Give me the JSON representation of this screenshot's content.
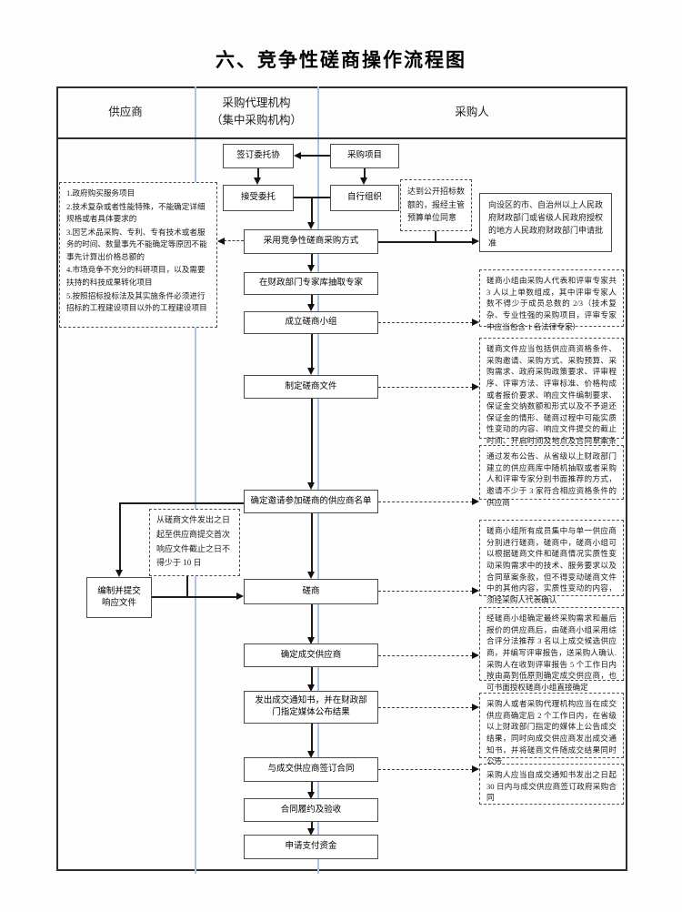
{
  "title": "六、竞争性磋商操作流程图",
  "columns": {
    "supplier": "供应商",
    "agency_lines": [
      "采购代理机构",
      "（集中采购机构）"
    ],
    "purchaser": "采购人"
  },
  "flow": {
    "sign_agreement": "签订委托协",
    "procurement_project": "采购项目",
    "accept_entrustment": "接受委托",
    "self_organize": "自行组织",
    "adopt_method": "采用竞争性磋商采购方式",
    "extract_experts": "在财政部门专家库抽取专家",
    "form_group": "成立磋商小组",
    "draft_documents": "制定磋商文件",
    "supplier_list": "确定邀请参加磋商的供应商名单",
    "prepare_response_lines": [
      "编制并提交",
      "响应文件"
    ],
    "consultation": "磋商",
    "determine_winner": "确定成交供应商",
    "issue_notice_lines": [
      "发出成交通知书，并在财政部",
      "门指定媒体公布结果"
    ],
    "sign_contract": "与成交供应商签订合同",
    "contract_performance": "合同履约及验收",
    "apply_payment": "申请支付资金"
  },
  "notes": {
    "applicable_projects": {
      "items": [
        "1.政府购买服务项目",
        "2.技术复杂或者性能特殊，不能确定详细规格或者具体要求的",
        "3.因艺术品采购、专利、专有技术或者服务的时间、数量事先不能确定等原因不能事先计算出价格总额的",
        "4.市场竞争不充分的科研项目，以及需要扶持的科技成果转化项目",
        "5.按照招标投标法及其实施条件必须进行招标的工程建设项目以外的工程建设项目"
      ]
    },
    "open_tender_threshold": "达到公开招标数额的，报经主管预算单位同意",
    "approval": "向设区的市、自治州以上人民政府财政部门或省级人民政府授权的地方人民政府财政部门申请批准",
    "group_composition": "磋商小组由采购人代表和评审专家共 3 人以上单数组成，其中评审专家人数不得少于成员总数的 2/3（技术复杂、专业性强的采购项目，评审专家中应当包含 1 名法律专家）",
    "document_contents": "磋商文件应当包括供应商资格条件、采购邀请、采购方式、采购预算、采购需求、政府采购政策要求、评审程序、评审方法、评审标准、价格构成或者报价要求、响应文件编制要求、保证金交纳数额和形式以及不予退还保证金的情形、磋商过程中可能实质性变动的内容、响应文件提交的截止时间、开启时间及地点及合同草案条款等",
    "invitation_method": "通过发布公告、从省级以上财政部门建立的供应商库中随机抽取或者采购人和评审专家分别书面推荐的方式，邀请不少于 3 家符合相应资格条件的供应商",
    "response_deadline": "从磋商文件发出之日起至供应商提交首次响应文件截止之日不得少于 10 日",
    "consultation_process": "磋商小组所有成员集中与单一供应商分别进行磋商，磋商中，磋商小组可以根据磋商文件和磋商情况实质性变动采购需求中的技术、服务要求以及合同草案条款，但不得变动磋商文件中的其他内容，实质性变动的内容，须经采购人代表确认",
    "evaluation": "经磋商小组确定最终采购需求和最后报价的供应商后，由磋商小组采用综合评分法推荐 3 名以上成交候选供应商，并编写评审报告，送采购人确认.采购人在收到评审报告 5 个工作日内按由高到低原则确定成交供应商，也可书面授权磋商小组直接确定",
    "announcement": "采购人或者采购代理机构应当在成交供应商确定后 2 个工作日内，在省级以上财政部门指定的媒体上公告成交结果，同时向成交供应商发出成交通知书，并将磋商文件随成交结果同时公告",
    "contract_deadline": "采购人应当自成交通知书发出之日起 30 日内与成交供应商签订政府采购合同"
  }
}
